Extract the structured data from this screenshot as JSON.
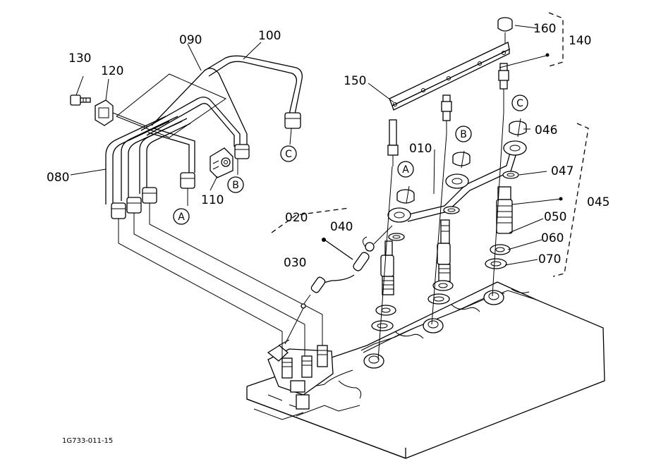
{
  "diagram": {
    "colors": {
      "ink": "#000000",
      "paper": "#ffffff"
    },
    "part_numbers": {
      "p010": "010",
      "p020": "020",
      "p030": "030",
      "p040": "040",
      "p045": "045",
      "p046": "046",
      "p047": "047",
      "p050": "050",
      "p060": "060",
      "p070": "070",
      "p080": "080",
      "p090": "090",
      "p100": "100",
      "p110": "110",
      "p120": "120",
      "p130": "130",
      "p140": "140",
      "p150": "150",
      "p160": "160"
    },
    "connectors": {
      "a": "A",
      "b": "B",
      "c": "C"
    },
    "drawing_code": "1G733-011-15"
  }
}
